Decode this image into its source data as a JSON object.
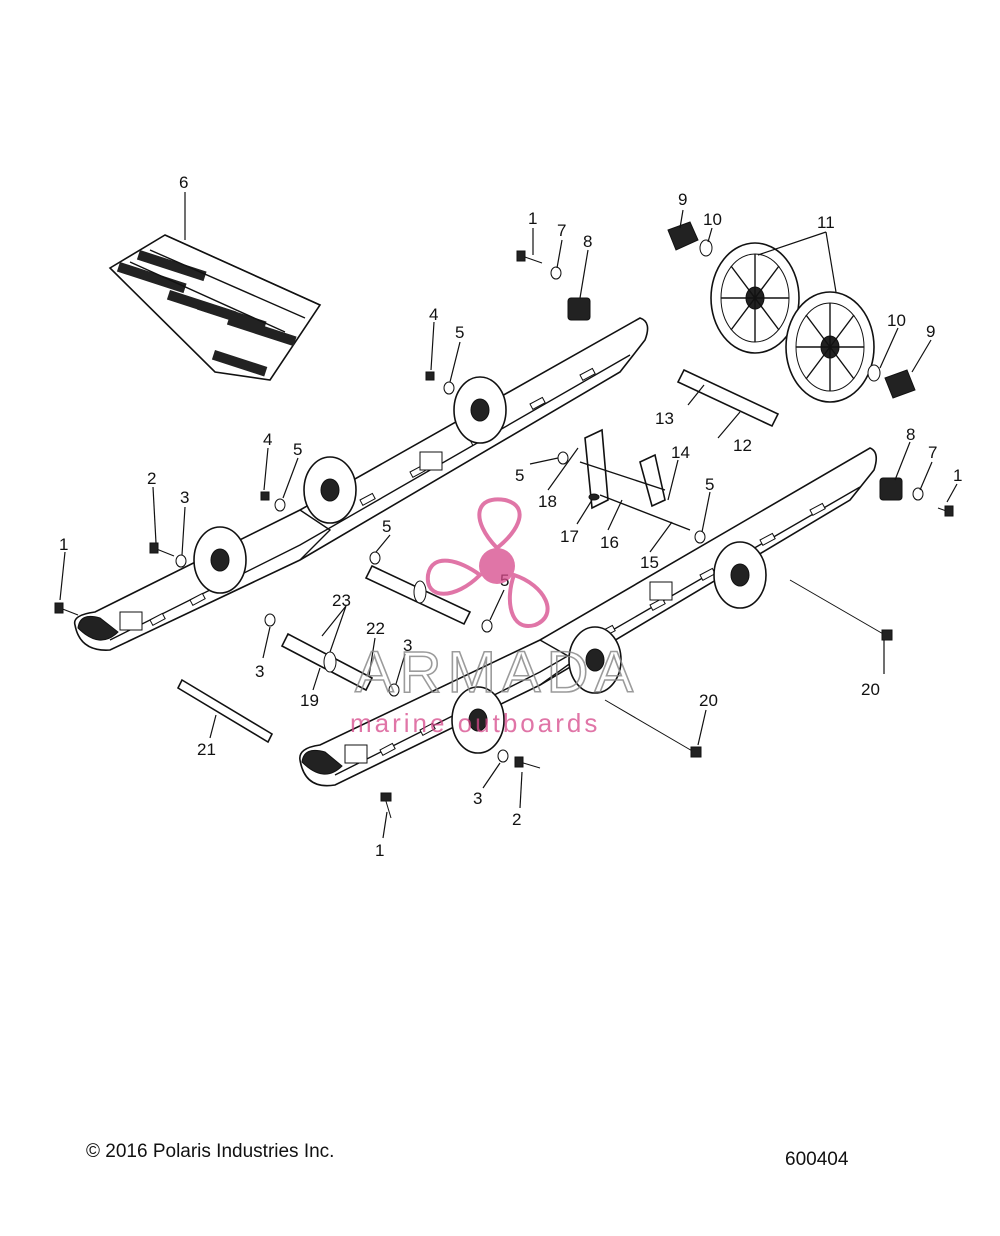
{
  "diagram": {
    "callouts": [
      "6",
      "1",
      "7",
      "8",
      "9",
      "10",
      "11",
      "10",
      "9",
      "4",
      "5",
      "4",
      "5",
      "2",
      "3",
      "1",
      "5",
      "18",
      "14",
      "5",
      "17",
      "16",
      "15",
      "5",
      "8",
      "7",
      "1",
      "23",
      "22",
      "3",
      "19",
      "3",
      "21",
      "20",
      "20",
      "3",
      "2",
      "1",
      "12",
      "13",
      "5"
    ]
  },
  "footer": {
    "copyright": "© 2016 Polaris Industries Inc.",
    "drawing_number": "600404"
  },
  "watermark": {
    "brand": "ARMADA",
    "tagline": "marine outboards",
    "color": "#d6488a"
  }
}
